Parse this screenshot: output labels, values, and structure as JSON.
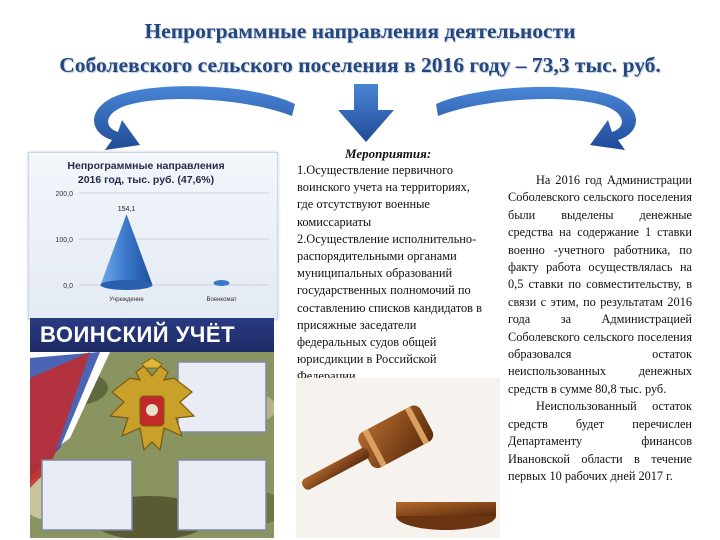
{
  "header": {
    "title_line1": "Непрограммные направления деятельности",
    "title_line2": "Соболевского сельского поселения в 2016 году – 73,3 тыс. руб."
  },
  "chart_data": {
    "type": "bar",
    "title_line1": "Непрограммные направления",
    "title_line2": "2016 год, тыс. руб. (47,6%)",
    "categories": [
      "Учреждение",
      "Военкомат"
    ],
    "values": [
      154.1,
      0
    ],
    "data_labels": [
      "154,1",
      ""
    ],
    "y_tick_labels": [
      "200,0",
      "100,0",
      "0,0"
    ],
    "ylim": [
      0,
      200
    ],
    "series_colors": [
      "#3a78c9",
      "#3a78c9"
    ]
  },
  "stamp": {
    "banner_text": "ВОИНСКИЙ УЧЁТ"
  },
  "measures": {
    "heading": "Мероприятия:",
    "lines": [
      "1.Осуществление первичного",
      "воинского учета на территориях,",
      "где отсутствуют военные",
      "комиссариаты",
      "2.Осуществление исполнительно-",
      "распорядительными органами",
      "муниципальных образований",
      "государственных полномочий по",
      "составлению списков кандидатов в",
      "присяжные заседатели",
      "федеральных судов общей",
      "юрисдикции в Российской",
      "Федерации"
    ]
  },
  "description": {
    "paragraph1": "На 2016 год Администрации Соболевского сельского поселения были выделены денежные средства на содержание 1 ставки военно -учетного работника, по факту работа осуществлялась на 0,5 ставки по совместительству, в связи с этим, по результатам 2016 года за Администрацией Соболевского сельского поселения образовался остаток неиспользованных денежных средств в сумме 80,8 тыс. руб.",
    "paragraph2": "Неиспользованный остаток средств будет перечислен Департаменту финансов Ивановской области в течение первых 10 рабочих дней 2017 г."
  },
  "colors": {
    "title": "#24477f",
    "arrow": "#2c5aa8",
    "banner": "#2a3b84"
  }
}
